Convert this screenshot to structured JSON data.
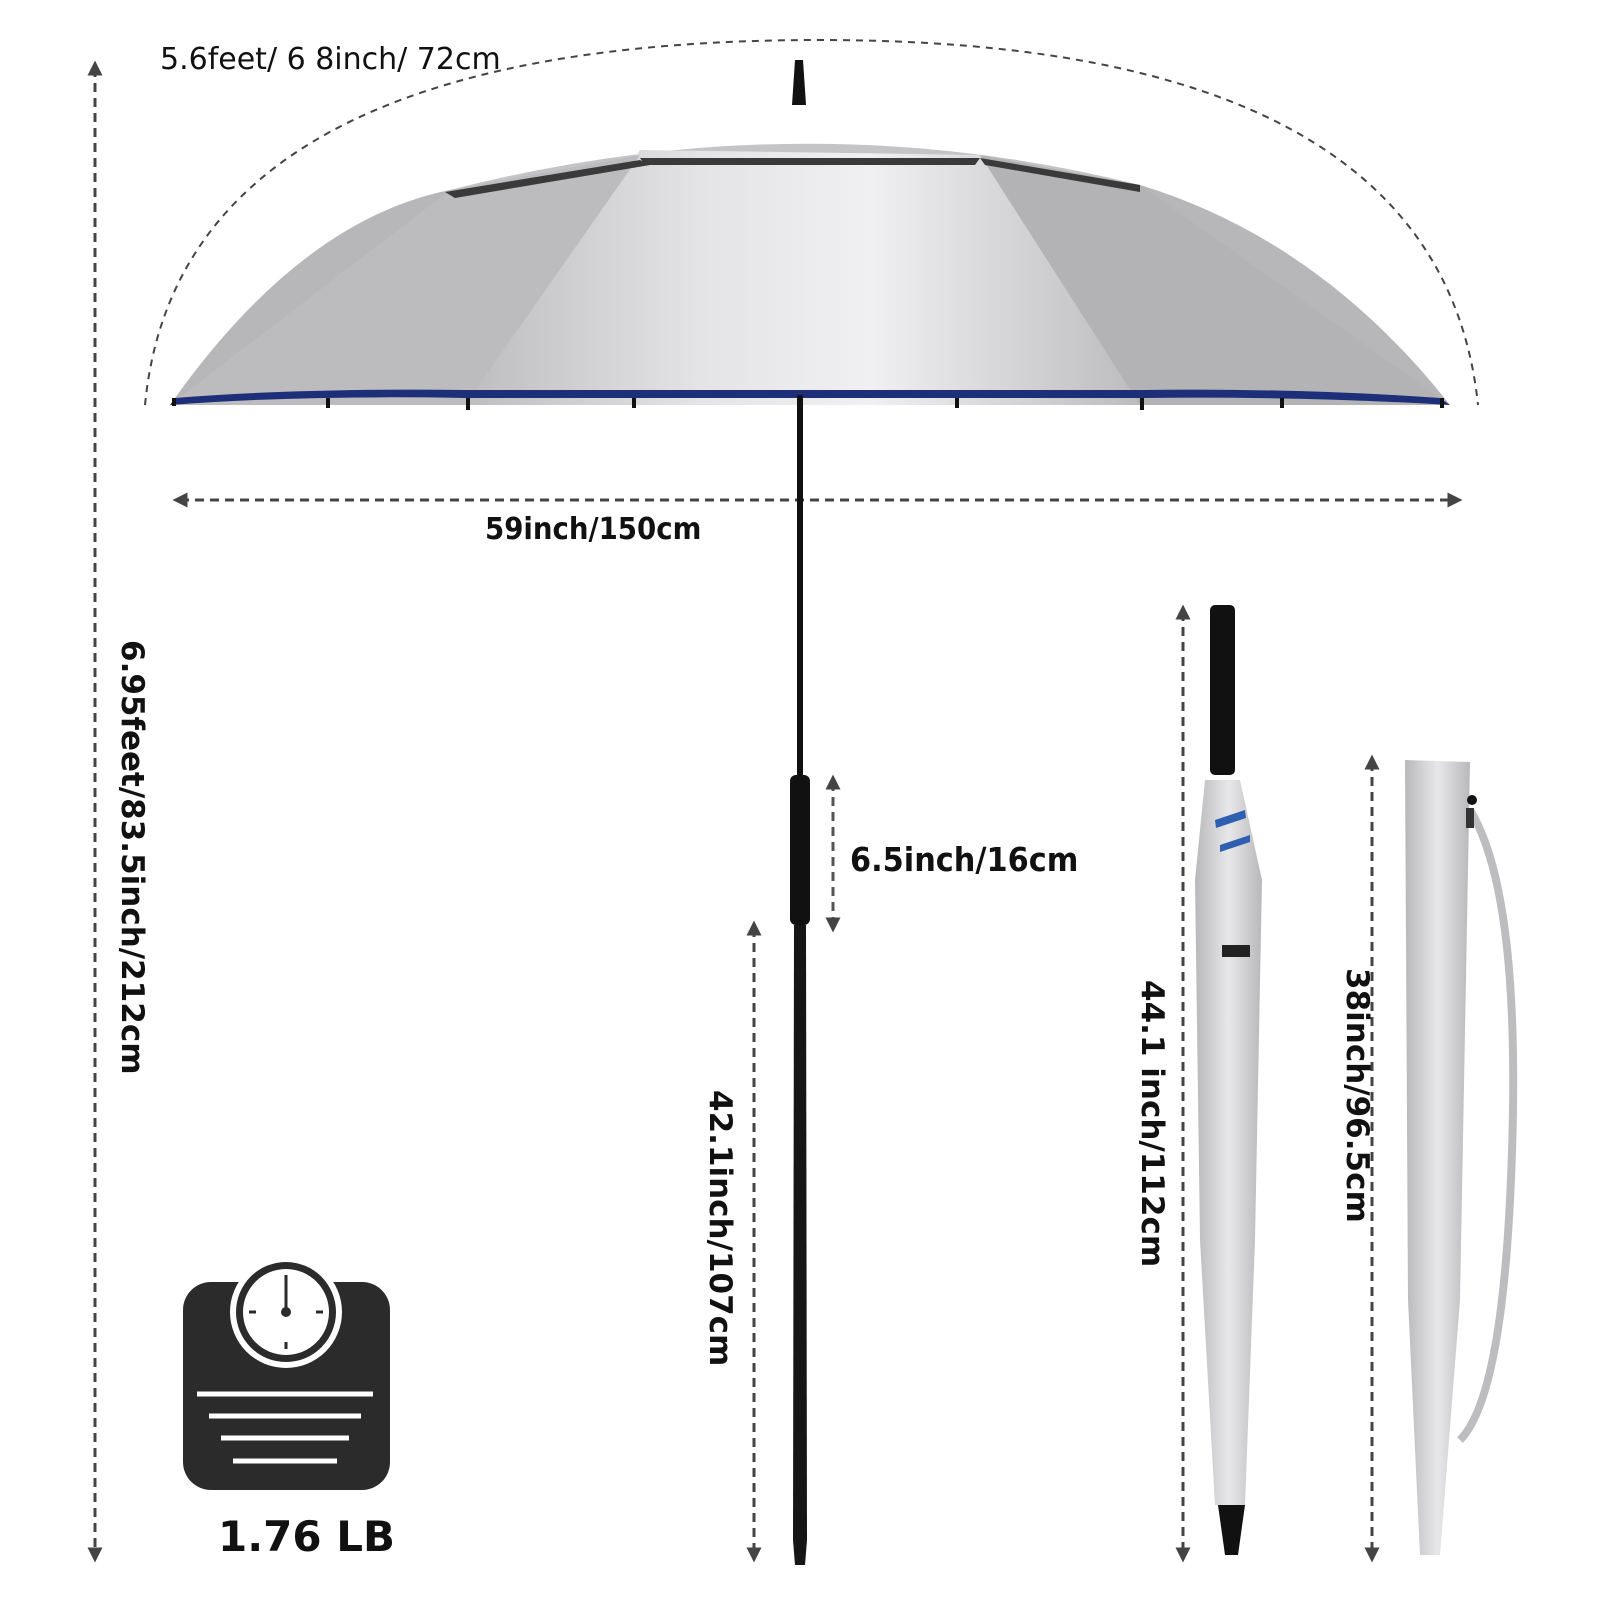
{
  "image": {
    "subject": "Golf umbrella dimensions infographic",
    "colors": {
      "canopy_silver": "#c9c9cb",
      "canopy_light": "#e6e6e8",
      "canopy_inner_blue": "#1e2f7a",
      "shaft_black": "#111111",
      "dimension_line": "#444444",
      "scale_icon": "#2b2b2b"
    }
  },
  "dimensions": {
    "arc_length": "5.6feet/ 6 8inch/ 72cm",
    "open_width": "59inch/150cm",
    "total_height": "6.95feet/83.5inch/212cm",
    "handle_length": "6.5inch/16cm",
    "shaft_length": "42.1inch/107cm",
    "closed_length": "44.1 inch/112cm",
    "cover_length": "38inch/96.5cm"
  },
  "weight": {
    "icon": "weighing-scale-icon",
    "value": "1.76 LB"
  }
}
